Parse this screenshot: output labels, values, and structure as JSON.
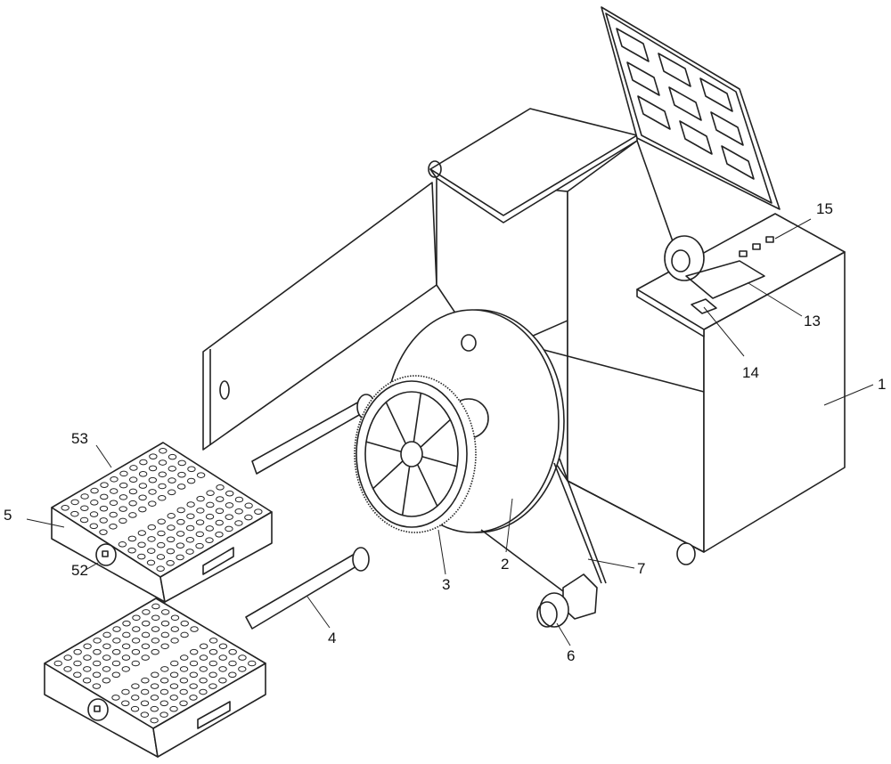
{
  "figure": {
    "labels": [
      {
        "id": "cabinet",
        "text": "1"
      },
      {
        "id": "disk",
        "text": "2"
      },
      {
        "id": "gear",
        "text": "3"
      },
      {
        "id": "shaft",
        "text": "4"
      },
      {
        "id": "block",
        "text": "5"
      },
      {
        "id": "motor",
        "text": "6"
      },
      {
        "id": "belt",
        "text": "7"
      },
      {
        "id": "screen",
        "text": "13"
      },
      {
        "id": "switch",
        "text": "14"
      },
      {
        "id": "buttons",
        "text": "15"
      },
      {
        "id": "knob",
        "text": "52"
      },
      {
        "id": "holes",
        "text": "53"
      }
    ]
  }
}
